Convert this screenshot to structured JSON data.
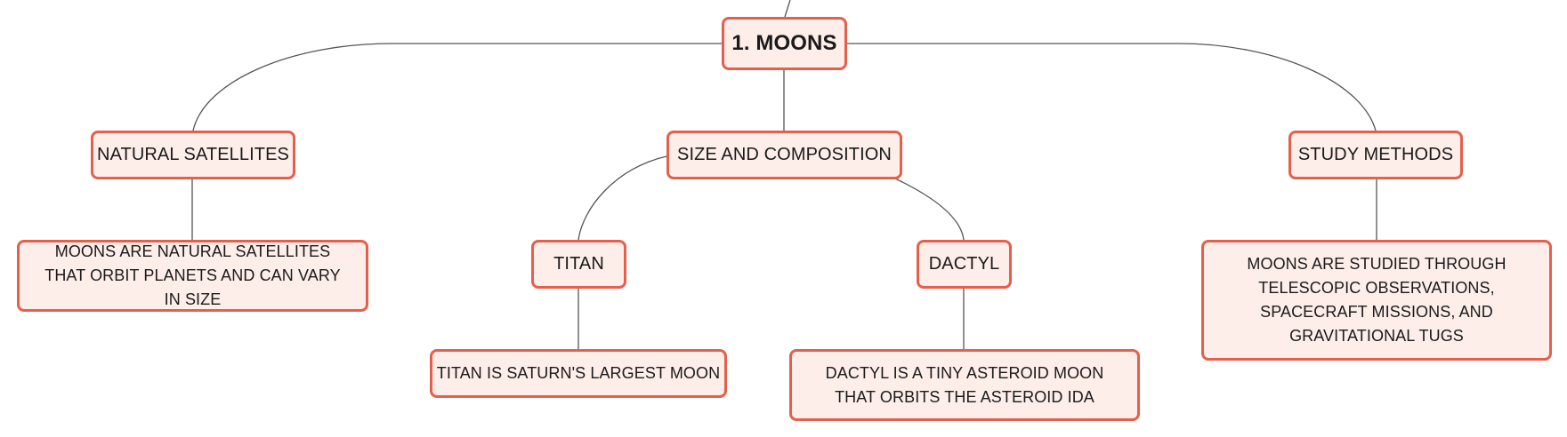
{
  "diagram": {
    "central_topic": "1. MOONS",
    "natural_satellites": {
      "label": "NATURAL SATELLITES",
      "detail": "MOONS ARE NATURAL SATELLITES THAT ORBIT PLANETS AND CAN VARY IN SIZE"
    },
    "size_and_composition": {
      "label": "SIZE AND COMPOSITION",
      "titan": {
        "label": "TITAN",
        "detail": "TITAN IS SATURN'S LARGEST MOON"
      },
      "dactyl": {
        "label": "DACTYL",
        "detail": "DACTYL IS A TINY ASTEROID MOON THAT ORBITS THE ASTEROID IDA"
      }
    },
    "study_methods": {
      "label": "STUDY METHODS",
      "detail": "MOONS ARE STUDIED THROUGH TELESCOPIC OBSERVATIONS, SPACECRAFT MISSIONS, AND GRAVITATIONAL TUGS"
    }
  },
  "colors": {
    "node_border": "#e4604c",
    "node_fill": "#fdeee9",
    "connector": "#555555",
    "text": "#1a1a1a"
  }
}
